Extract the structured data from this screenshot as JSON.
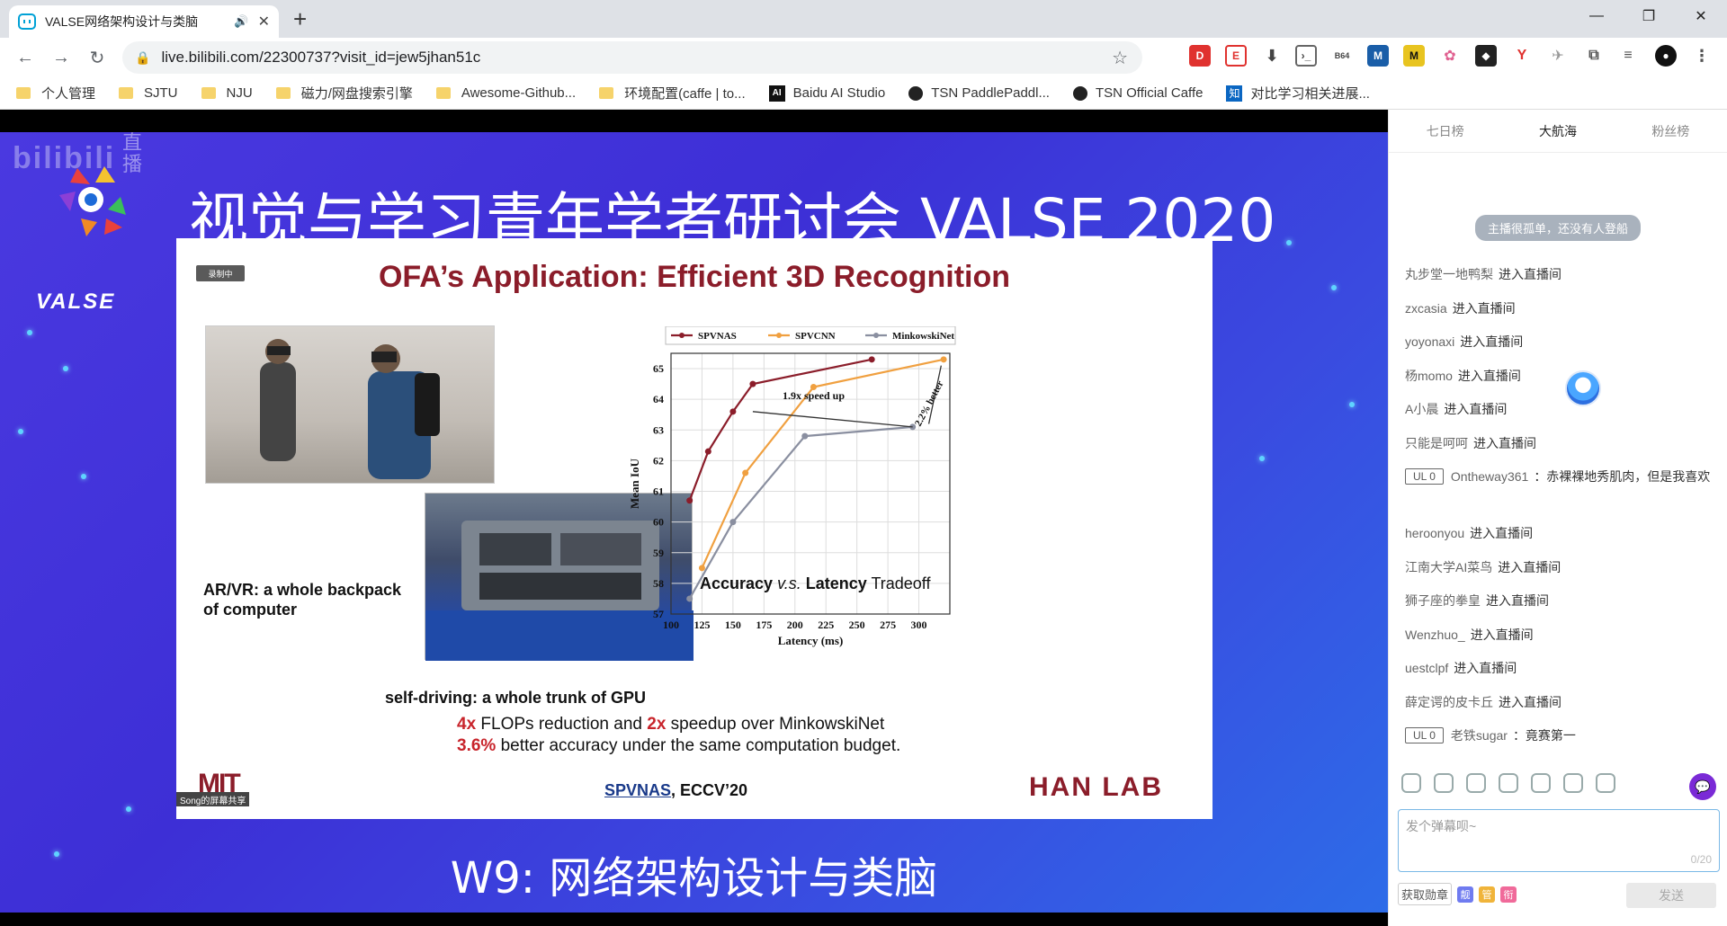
{
  "browser": {
    "tab_title": "VALSE网络架构设计与类脑",
    "url": "live.bilibili.com/22300737?visit_id=jew5jhan51c",
    "bookmarks": [
      {
        "label": "个人管理",
        "icon": "folder"
      },
      {
        "label": "SJTU",
        "icon": "folder"
      },
      {
        "label": "NJU",
        "icon": "folder"
      },
      {
        "label": "磁力/网盘搜索引擎",
        "icon": "folder"
      },
      {
        "label": "Awesome-Github...",
        "icon": "folder"
      },
      {
        "label": "环境配置(caffe | to...",
        "icon": "folder"
      },
      {
        "label": "Baidu AI Studio",
        "icon": "ai"
      },
      {
        "label": "TSN PaddlePaddl...",
        "icon": "github"
      },
      {
        "label": "TSN Official Caffe",
        "icon": "github"
      },
      {
        "label": "对比学习相关进展...",
        "icon": "zhihu"
      }
    ]
  },
  "video": {
    "watermark": "bilibili",
    "watermark_live": "直播",
    "logo": "VALSE",
    "conference_title": "视觉与学习青年学者研讨会 VALSE 2020",
    "session_title": "W9: 网络架构设计与类脑",
    "slide": {
      "title": "OFA’s Application: Efficient 3D Recognition",
      "recording_badge": "录制中",
      "caption_arvr_1": "AR/VR: a whole backpack",
      "caption_arvr_2": "of computer",
      "caption_driving": "self-driving: a whole trunk of GPU",
      "chart_caption_a": "Accuracy ",
      "chart_caption_vs": "v.s.",
      "chart_caption_b": " Latency",
      "chart_caption_c": " Tradeoff",
      "claim1_a": "4x",
      "claim1_b": " FLOPs reduction and ",
      "claim1_c": "2x",
      "claim1_d": " speedup over MinkowskiNet",
      "claim2_a": "3.6%",
      "claim2_b": " better accuracy under the same computation budget.",
      "cite_link": "SPVNAS",
      "cite_rest": ", ECCV’20",
      "mit_logo": "MIT",
      "hanlab_logo": "HAN LAB",
      "screenshare_label": "Song的屏幕共享"
    }
  },
  "chart_data": {
    "type": "line",
    "xlabel": "Latency (ms)",
    "ylabel": "Mean IoU",
    "xlim": [
      100,
      325
    ],
    "ylim": [
      57,
      65.5
    ],
    "xticks": [
      100,
      125,
      150,
      175,
      200,
      225,
      250,
      275,
      300
    ],
    "yticks": [
      57,
      58,
      59,
      60,
      61,
      62,
      63,
      64,
      65
    ],
    "legend_position": "top",
    "annotations": [
      {
        "text": "1.9x speed up"
      },
      {
        "text": "2.2% better"
      }
    ],
    "series": [
      {
        "name": "SPVNAS",
        "color": "#8b1d2a",
        "marker": "star",
        "x": [
          115,
          130,
          150,
          166,
          262
        ],
        "y": [
          60.7,
          62.3,
          63.6,
          64.5,
          65.3
        ]
      },
      {
        "name": "SPVCNN",
        "color": "#f0a040",
        "marker": "star",
        "x": [
          125,
          160,
          215,
          320
        ],
        "y": [
          58.5,
          61.6,
          64.4,
          65.3
        ]
      },
      {
        "name": "MinkowskiNet",
        "color": "#8a8fa0",
        "marker": "diamond",
        "x": [
          115,
          150,
          208,
          295
        ],
        "y": [
          57.5,
          60.0,
          62.8,
          63.1
        ]
      }
    ]
  },
  "side_panel": {
    "rank_tabs": [
      "七日榜",
      "大航海",
      "粉丝榜"
    ],
    "active_tab": "大航海",
    "rank_empty_text": "主播很孤单，还没有人登船",
    "danmaku": [
      {
        "user": "丸步堂一地鸭梨",
        "text": "进入直播间"
      },
      {
        "user": "zxcasia",
        "text": "进入直播间"
      },
      {
        "user": "yoyonaxi",
        "text": "进入直播间"
      },
      {
        "user": "杨momo",
        "text": "进入直播间"
      },
      {
        "user": "A小晨",
        "text": "进入直播间"
      },
      {
        "user": "只能是呵呵",
        "text": "进入直播间"
      },
      {
        "badge": "UL 0",
        "user": "Ontheway361",
        "text": "：赤裸裸地秀肌肉，但是我喜欢"
      },
      {
        "user": "heroonyou",
        "text": "进入直播间"
      },
      {
        "user": "江南大学AI菜鸟",
        "text": "进入直播间"
      },
      {
        "user": "狮子座的拳皇",
        "text": "进入直播间"
      },
      {
        "user": "Wenzhuo_",
        "text": "进入直播间"
      },
      {
        "user": "uestclpf",
        "text": "进入直播间"
      },
      {
        "user": "薛定谔的皮卡丘",
        "text": "进入直播间"
      },
      {
        "badge": "UL 0",
        "user": "老铁sugar",
        "text": "：竟赛第一"
      }
    ],
    "input_placeholder": "发个弹幕呗~",
    "char_count": "0/20",
    "get_medal": "获取勋章",
    "send": "发送"
  }
}
